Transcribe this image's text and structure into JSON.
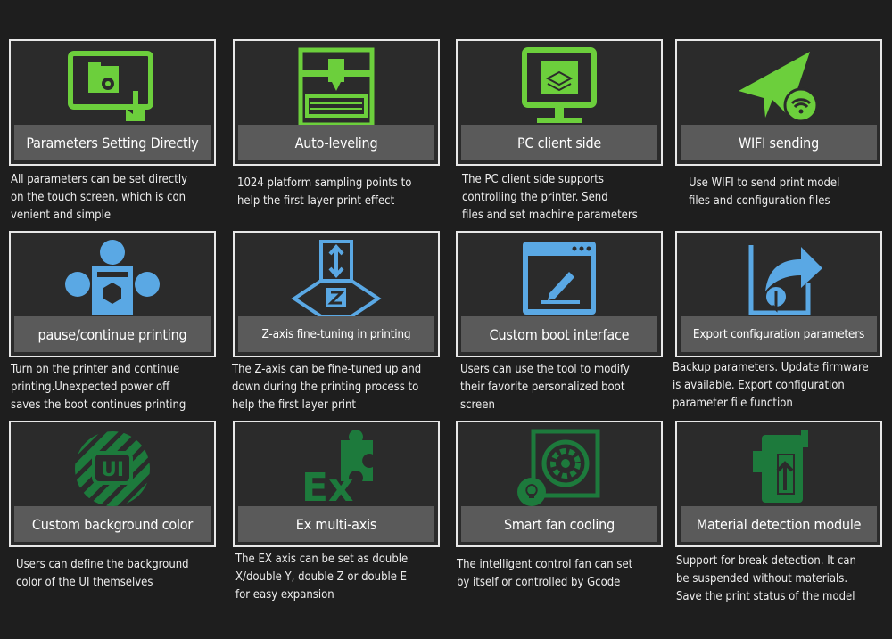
{
  "colors": {
    "row1": "#6ccf3c",
    "row2": "#5aa8e4",
    "row3": "#1d7a3c"
  },
  "features": [
    {
      "title": "Parameters Setting Directly",
      "desc": "All parameters can be set directly\non the touch screen, which is con\nvenient and simple",
      "icon": "folder-gear-touch-icon"
    },
    {
      "title": "Auto-leveling",
      "desc": "1024 platform sampling points to\nhelp the first layer print effect",
      "icon": "printer-bed-icon"
    },
    {
      "title": "PC client side",
      "desc": "The PC client side supports\ncontrolling the printer. Send\nfiles and set machine parameters",
      "icon": "monitor-icon"
    },
    {
      "title": "WIFI sending",
      "desc": "Use WIFI to send print model\nfiles and configuration files",
      "icon": "paper-plane-wifi-icon"
    },
    {
      "title": "pause/continue printing",
      "desc": "Turn on the printer and continue\nprinting.Unexpected power off\nsaves the boot continues printing",
      "icon": "printer-pause-icon"
    },
    {
      "title": "Z-axis fine-tuning in printing",
      "desc": "The Z-axis can be fine-tuned up and\ndown during the printing process to\nhelp the first layer print",
      "icon": "z-axis-icon"
    },
    {
      "title": "Custom boot interface",
      "desc": "Users can use the tool to modify\ntheir favorite personalized boot\n screen",
      "icon": "window-edit-icon"
    },
    {
      "title": "Export configuration parameters",
      "desc": "Backup parameters. Update firmware\n is available. Export configuration\nparameter file function",
      "icon": "export-icon"
    },
    {
      "title": "Custom background color",
      "desc": "Users can define the background\ncolor of the UI themselves",
      "icon": "ui-stripes-icon",
      "ui_text": "UI"
    },
    {
      "title": "Ex multi-axis",
      "desc": "The EX axis can be set as double\nX/double Y, double Z or double E\nfor easy expansion",
      "icon": "ex-puzzle-icon",
      "ex_text": "Ex"
    },
    {
      "title": "Smart fan cooling",
      "desc": "The intelligent control fan can  set\nby itself or controlled by Gcode",
      "icon": "fan-icon"
    },
    {
      "title": "Material detection module",
      "desc": "Support for break detection. It can\n be suspended without materials.\nSave the print status of the model",
      "icon": "sensor-module-icon"
    }
  ]
}
